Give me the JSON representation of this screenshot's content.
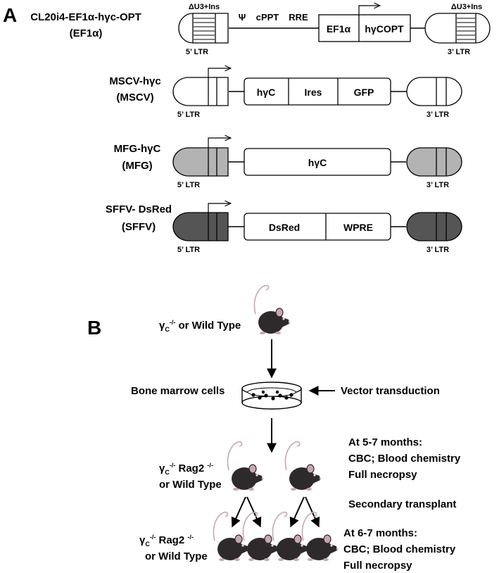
{
  "panel_a": {
    "label": "A",
    "constructs": [
      {
        "name_line1": "CL20i4-EF1α-hγc-OPT",
        "name_line2": "(EF1α)",
        "ltr5_label": "5’ LTR",
        "ltr3_label": "3’ LTR",
        "ltr_top_left": "ΔU3+Ins",
        "ltr_top_right": "ΔU3+Ins",
        "elements": [
          "Ψ",
          "cPPT",
          "RRE"
        ],
        "segments": [
          "EF1α",
          "hγCOPT"
        ]
      },
      {
        "name_line1": "MSCV-hγc",
        "name_line2": "(MSCV)",
        "ltr5_label": "5’ LTR",
        "ltr3_label": "3’ LTR",
        "segments": [
          "hγC",
          "Ires",
          "GFP"
        ]
      },
      {
        "name_line1": "MFG-hγC",
        "name_line2": "(MFG)",
        "ltr5_label": "5’ LTR",
        "ltr3_label": "3’ LTR",
        "segments": [
          "hγC"
        ]
      },
      {
        "name_line1": "SFFV- DsRed",
        "name_line2": "(SFFV)",
        "ltr5_label": "5’ LTR",
        "ltr3_label": "3’ LTR",
        "segments": [
          "DsRed",
          "WPRE"
        ]
      }
    ]
  },
  "panel_b": {
    "label": "B",
    "donor": {
      "gamma": "γ",
      "sub": "C",
      "sup": "-/-",
      "rest": " or Wild Type"
    },
    "bm_cells": "Bone marrow cells",
    "transduction": "Vector transduction",
    "primary_line1": {
      "gamma": "γ",
      "sub": "C",
      "sup": "-/-",
      "rest": " Rag2 ",
      "sup2": "-/-"
    },
    "primary_line2": "or Wild Type",
    "analysis1_title": "At 5-7 months:",
    "analysis1_line2": "CBC; Blood chemistry",
    "analysis1_line3": "Full necropsy",
    "secondary": "Secondary transplant",
    "secondary_line1": {
      "gamma": "γ",
      "sub": "C",
      "sup": "-/-",
      "rest": " Rag2 ",
      "sup2": "-/-"
    },
    "secondary_line2": "or Wild Type",
    "analysis2_title": "At 6-7 months:",
    "analysis2_line2": "CBC; Blood chemistry",
    "analysis2_line3": "Full necropsy"
  },
  "colors": {
    "ltr_white": "#ffffff",
    "ltr_mfg": "#b3b3b3",
    "ltr_sffv": "#555555",
    "mouse_body": "#2e2a2b",
    "mouse_ear": "#caa6b0"
  }
}
